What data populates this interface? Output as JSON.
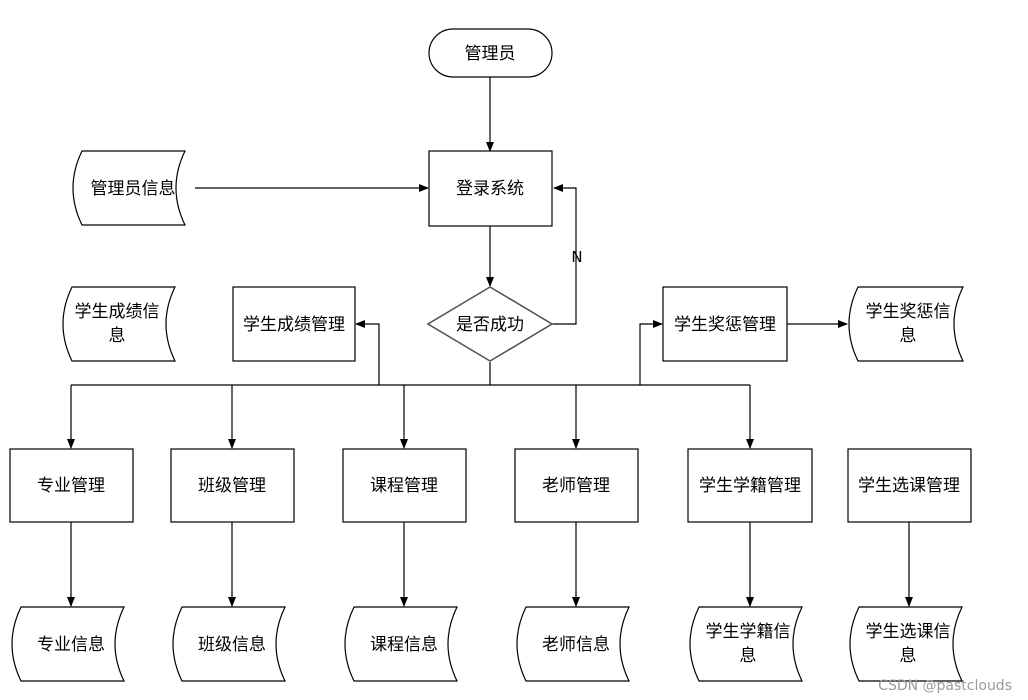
{
  "diagram": {
    "nodes": {
      "admin": "管理员",
      "login": "登录系统",
      "admin_info": "管理员信息",
      "success": "是否成功",
      "score_info": [
        "学生成绩信",
        "息"
      ],
      "score_mgmt": "学生成绩管理",
      "reward_mgmt": "学生奖惩管理",
      "reward_info": [
        "学生奖惩信",
        "息"
      ],
      "major_mgmt": "专业管理",
      "class_mgmt": "班级管理",
      "course_mgmt": "课程管理",
      "teacher_mgmt": "老师管理",
      "roll_mgmt": "学生学籍管理",
      "select_mgmt": "学生选课管理",
      "major_info": "专业信息",
      "class_info": "班级信息",
      "course_info": "课程信息",
      "teacher_info": "老师信息",
      "roll_info": [
        "学生学籍信",
        "息"
      ],
      "select_info": [
        "学生选课信",
        "息"
      ]
    },
    "edge_label_no": "N"
  },
  "watermark": "CSDN @pastclouds"
}
